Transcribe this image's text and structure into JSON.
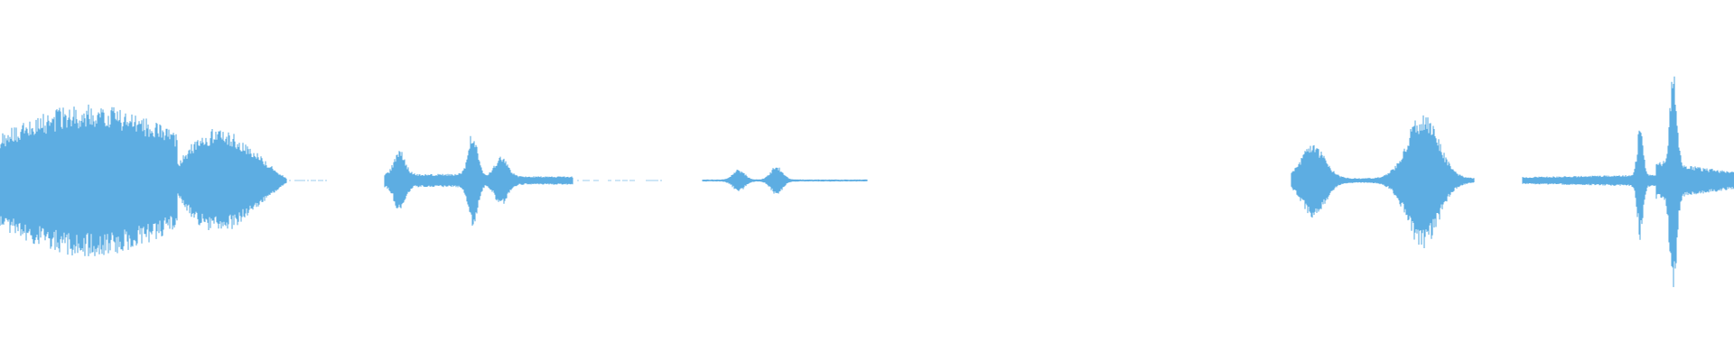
{
  "waveform": {
    "color": "#5dade2",
    "background": "#ffffff",
    "amplitude_scale": 1.0,
    "segments": [
      {
        "start": 0.0,
        "end": 0.165,
        "peak": 0.7,
        "shape": "double-lobe"
      },
      {
        "start": 0.222,
        "end": 0.33,
        "peak": 0.55,
        "shape": "triple-burst"
      },
      {
        "start": 0.405,
        "end": 0.5,
        "peak": 0.16,
        "shape": "small-burst"
      },
      {
        "start": 0.745,
        "end": 0.85,
        "peak": 0.72,
        "shape": "double-burst"
      },
      {
        "start": 0.878,
        "end": 0.955,
        "peak": 0.55,
        "shape": "spike-tail"
      },
      {
        "start": 0.955,
        "end": 1.0,
        "peak": 1.0,
        "shape": "big-spike"
      }
    ],
    "faint_segments": [
      {
        "start": 0.165,
        "end": 0.19
      },
      {
        "start": 0.33,
        "end": 0.382
      },
      {
        "start": 0.5,
        "end": 0.5
      }
    ]
  }
}
